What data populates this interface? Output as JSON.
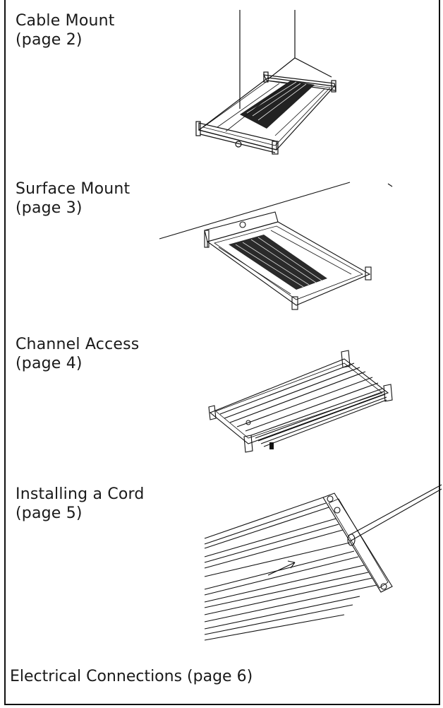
{
  "sections": [
    {
      "title": "Cable Mount",
      "page": "(page 2)",
      "illustration": "cable-mounted-fixture"
    },
    {
      "title": "Surface Mount",
      "page": "(page 3)",
      "illustration": "surface-mounted-fixture"
    },
    {
      "title": "Channel Access",
      "page": "(page 4)",
      "illustration": "channel-access-fixture"
    },
    {
      "title": "Installing a Cord",
      "page": "(page 5)",
      "illustration": "cord-installation-detail"
    }
  ],
  "footer_item": {
    "label": "Electrical Connections (page 6)"
  }
}
